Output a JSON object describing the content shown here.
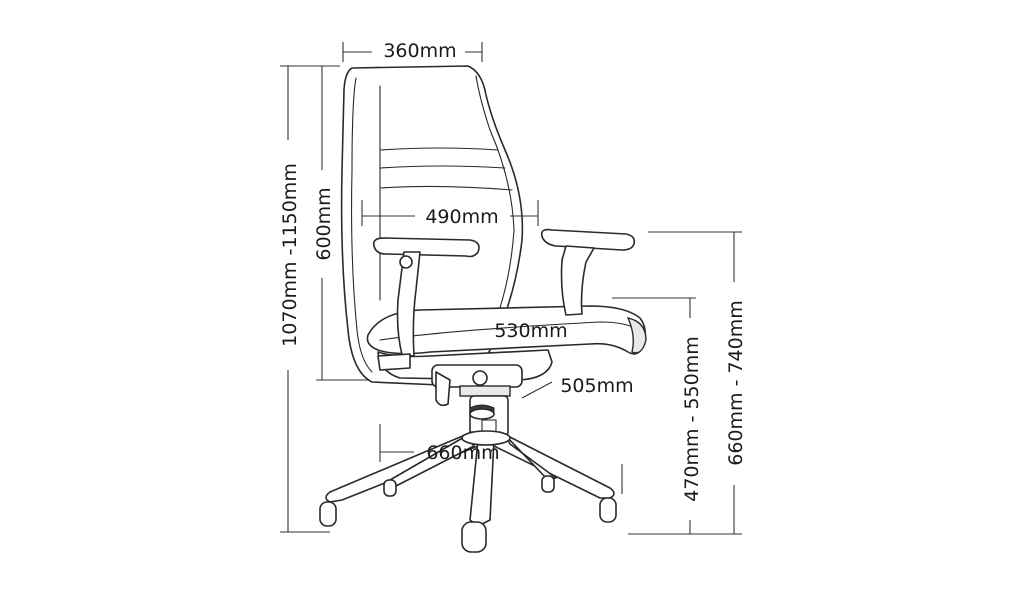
{
  "dimensions": {
    "backrest_width": "360mm",
    "overall_height": "1070mm -1150mm",
    "backrest_height": "600mm",
    "width_between_arms": "490mm",
    "seat_width": "530mm",
    "seat_depth": "505mm",
    "base_diameter": "660mm",
    "seat_height": "470mm - 550mm",
    "arm_height": "660mm - 740mm"
  },
  "colors": {
    "line": "#2a2a2a",
    "background": "#ffffff"
  }
}
